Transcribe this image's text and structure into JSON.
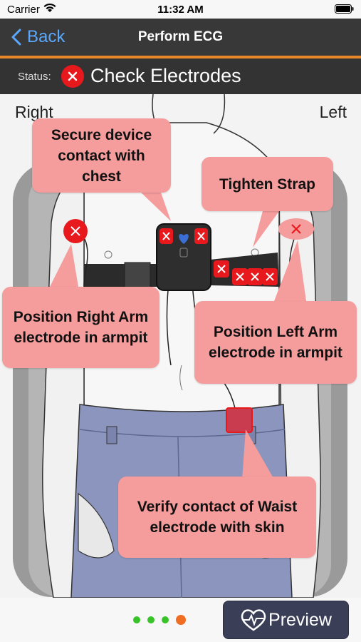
{
  "status_bar": {
    "carrier": "Carrier",
    "time": "11:32 AM"
  },
  "nav": {
    "back_label": "Back",
    "title": "Perform ECG"
  },
  "status": {
    "label": "Status:",
    "text": "Check Electrodes",
    "icon": "x-circle-icon",
    "color": "#e8191d"
  },
  "illustration": {
    "right_label": "Right",
    "left_label": "Left",
    "callouts": {
      "secure": "Secure device contact with chest",
      "tighten": "Tighten Strap",
      "right_arm": "Position Right Arm electrode in armpit",
      "left_arm": "Position Left Arm electrode in armpit",
      "waist": "Verify contact of Waist electrode with skin"
    }
  },
  "footer": {
    "preview_label": "Preview",
    "page_count": 4,
    "current_page": 4
  },
  "colors": {
    "accent": "#e8862a",
    "callout": "#f59c9c",
    "error": "#e8191d",
    "dot_done": "#38c429",
    "dot_current": "#f06d22"
  }
}
